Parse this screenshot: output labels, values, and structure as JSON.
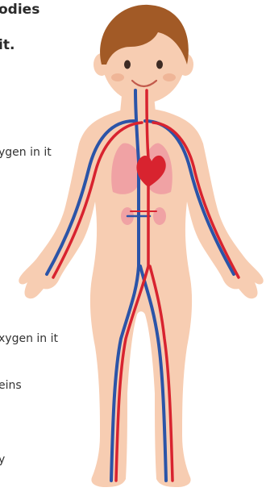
{
  "heading": {
    "line1": "odies",
    "line2": "it."
  },
  "captions": {
    "upper_fragment": "ygen in it",
    "lower_fragment": "xygen in it",
    "veins_fragment": "eins",
    "bottom_fragment": "y"
  },
  "colors": {
    "skin": "#f7cdb2",
    "skin_shadow": "#efb597",
    "hair": "#a25a26",
    "artery": "#d8232f",
    "vein": "#2b54a8",
    "lung": "#f0a2a4",
    "eye": "#3d2b24",
    "smile": "#c25a4c"
  }
}
